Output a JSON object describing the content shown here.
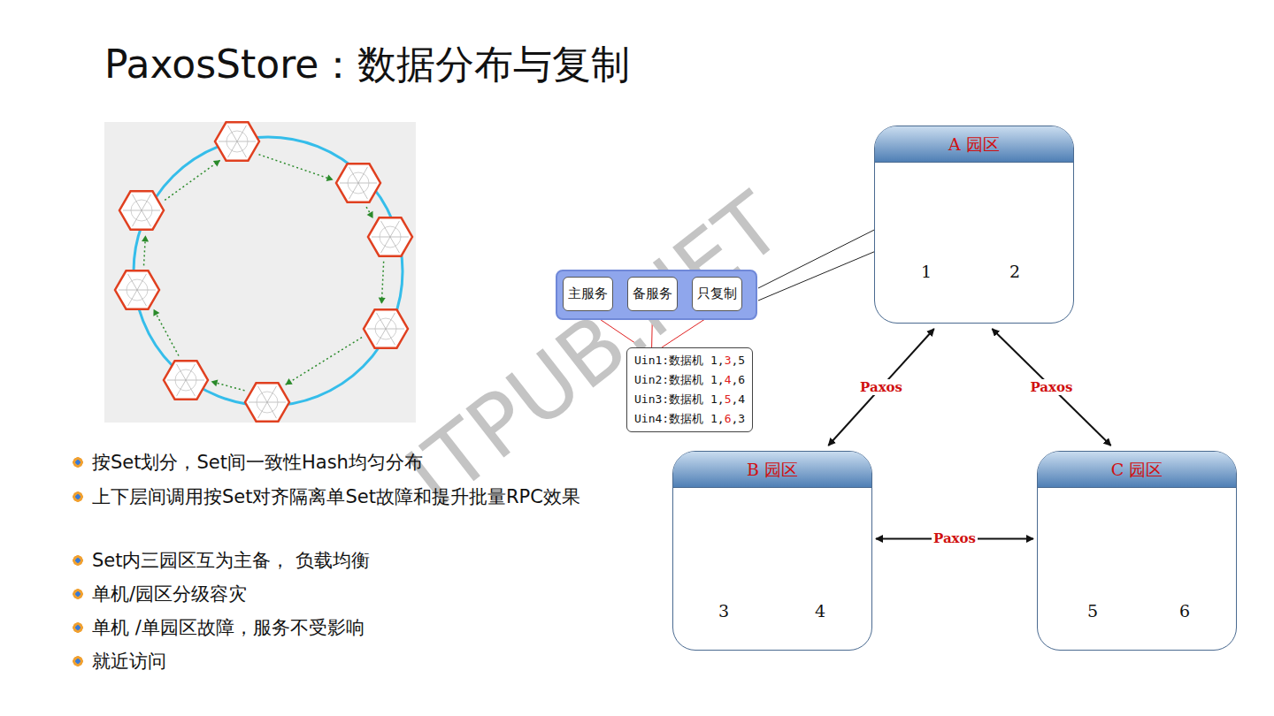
{
  "diagram": {
    "title": "PaxosStore：数据分布与复制",
    "nodes": [
      {
        "text": [
          "A 园区"
        ]
      },
      {
        "text": [
          "B 园区"
        ]
      },
      {
        "text": [
          "C 园区"
        ]
      },
      {
        "text": [
          "主服务"
        ]
      },
      {
        "text": [
          "备服务"
        ]
      },
      {
        "text": [
          "只复制"
        ]
      },
      {
        "text": [
          "Uin1:数据机 1,3,5",
          "Uin2:数据机 1,4,6",
          "Uin3:数据机 1,5,4",
          "Uin4:数据机 1,6,3"
        ]
      }
    ],
    "edges": [
      {
        "from": 0,
        "to": 1,
        "arrow": "both",
        "label": "Paxos"
      },
      {
        "from": 0,
        "to": 2,
        "arrow": "both",
        "label": "Paxos"
      },
      {
        "from": 1,
        "to": 2,
        "arrow": "both",
        "label": "Paxos"
      },
      {
        "from": 3,
        "to": 6,
        "arrow": "none"
      },
      {
        "from": 4,
        "to": 6,
        "arrow": "none"
      },
      {
        "from": 5,
        "to": 6,
        "arrow": "none"
      }
    ],
    "labels": [
      "按Set划分，Set间一致性Hash均匀分布",
      "上下层间调用按Set对齐隔离单Set故障和提升批量RPC效果",
      "Set内三园区互为主备， 负载均衡",
      "单机/园区分级容灾",
      "单机 /单园区故障，服务不受影响",
      "就近访问",
      "1",
      "2",
      "3",
      "4",
      "5",
      "6",
      "ITPUB.NET"
    ]
  }
}
